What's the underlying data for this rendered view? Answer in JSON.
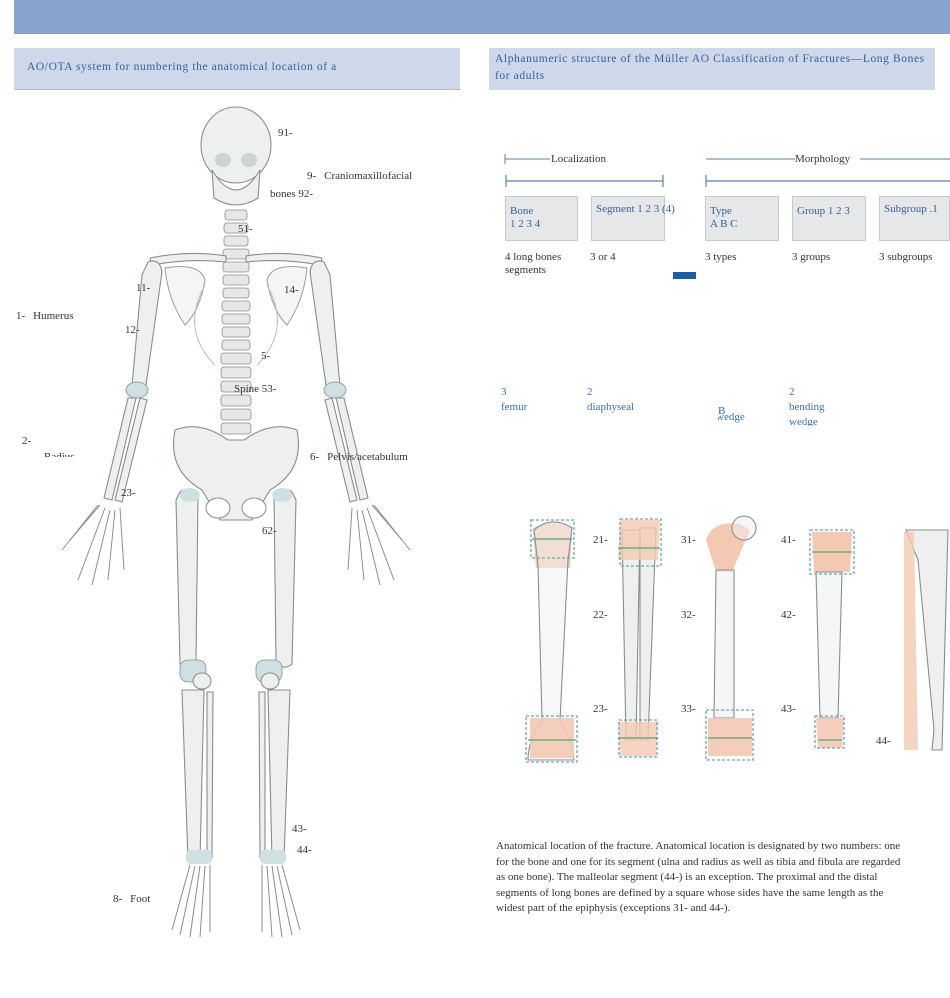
{
  "left_panel": {
    "title": "AO/OTA system for numbering the anatomical location of a",
    "labels": {
      "l91": "91-",
      "l9_num": "9-",
      "l9_name": "Craniomaxillofacial",
      "l92": "bones 92-",
      "l51": "51-",
      "l11": "11-",
      "l14": "14-",
      "l1_num": "1-",
      "l1_name": "Humerus",
      "l12": "12-",
      "l5": "5-",
      "spine": "Spine 53-",
      "l2_num": "2-",
      "l2_name": "Radius",
      "l6_num": "6-",
      "l6_name": "Pelvis/acetabulum",
      "l23": "23-",
      "l62": "62-",
      "l43": "43-",
      "l44": "44-",
      "l8_num": "8-",
      "l8_name": "Foot"
    }
  },
  "right_panel": {
    "title": "Alphanumeric structure of the Müller AO Classification of Fractures—Long Bones for adults",
    "localization": "Localization",
    "morphology": "Morphology",
    "headers": {
      "bone_title": "Bone",
      "bone_nums": "1 2 3 4",
      "segment": "Segment 1 2 3 (4)",
      "type_title": "Type",
      "type_letters": "A B C",
      "group": "Group 1 2 3",
      "subgroup": "Subgroup .1"
    },
    "subtexts": {
      "bone": "4 long bones segments",
      "segment": "3 or 4",
      "type": "3 types",
      "group": "3 groups",
      "subgroup": "3 subgroups"
    },
    "example": {
      "bone_num": "3",
      "bone_name": "femur",
      "segment_num": "2",
      "segment_name": "diaphyseal",
      "type_letter": "B",
      "type_name": "wedge",
      "group_num": "2",
      "group_name": "bending wedge"
    },
    "bone_labels": {
      "b21": "21-",
      "b22": "22-",
      "b23": "23-",
      "b31": "31-",
      "b32": "32-",
      "b33": "33-",
      "b41": "41-",
      "b42": "42-",
      "b43": "43-",
      "b44": "44-"
    },
    "paragraph": "Anatomical location of the fracture. Anatomical location is designated by two numbers: one for the bone and one for its segment (ulna and radius as well as tibia and fibula are regarded as one bone). The malleolar segment (44-) is an exception. The proximal and the distal segments of long bones are defined by a square whose sides have the same length as the widest part of the epiphysis (exceptions 31- and 44-)."
  },
  "colors": {
    "topbar": "#8aa3cc",
    "header_bg": "#cfd8ea",
    "header_text": "#3a5f9a",
    "segment_highlight": "#f3c9b3",
    "marker": "#1f5fa0"
  }
}
